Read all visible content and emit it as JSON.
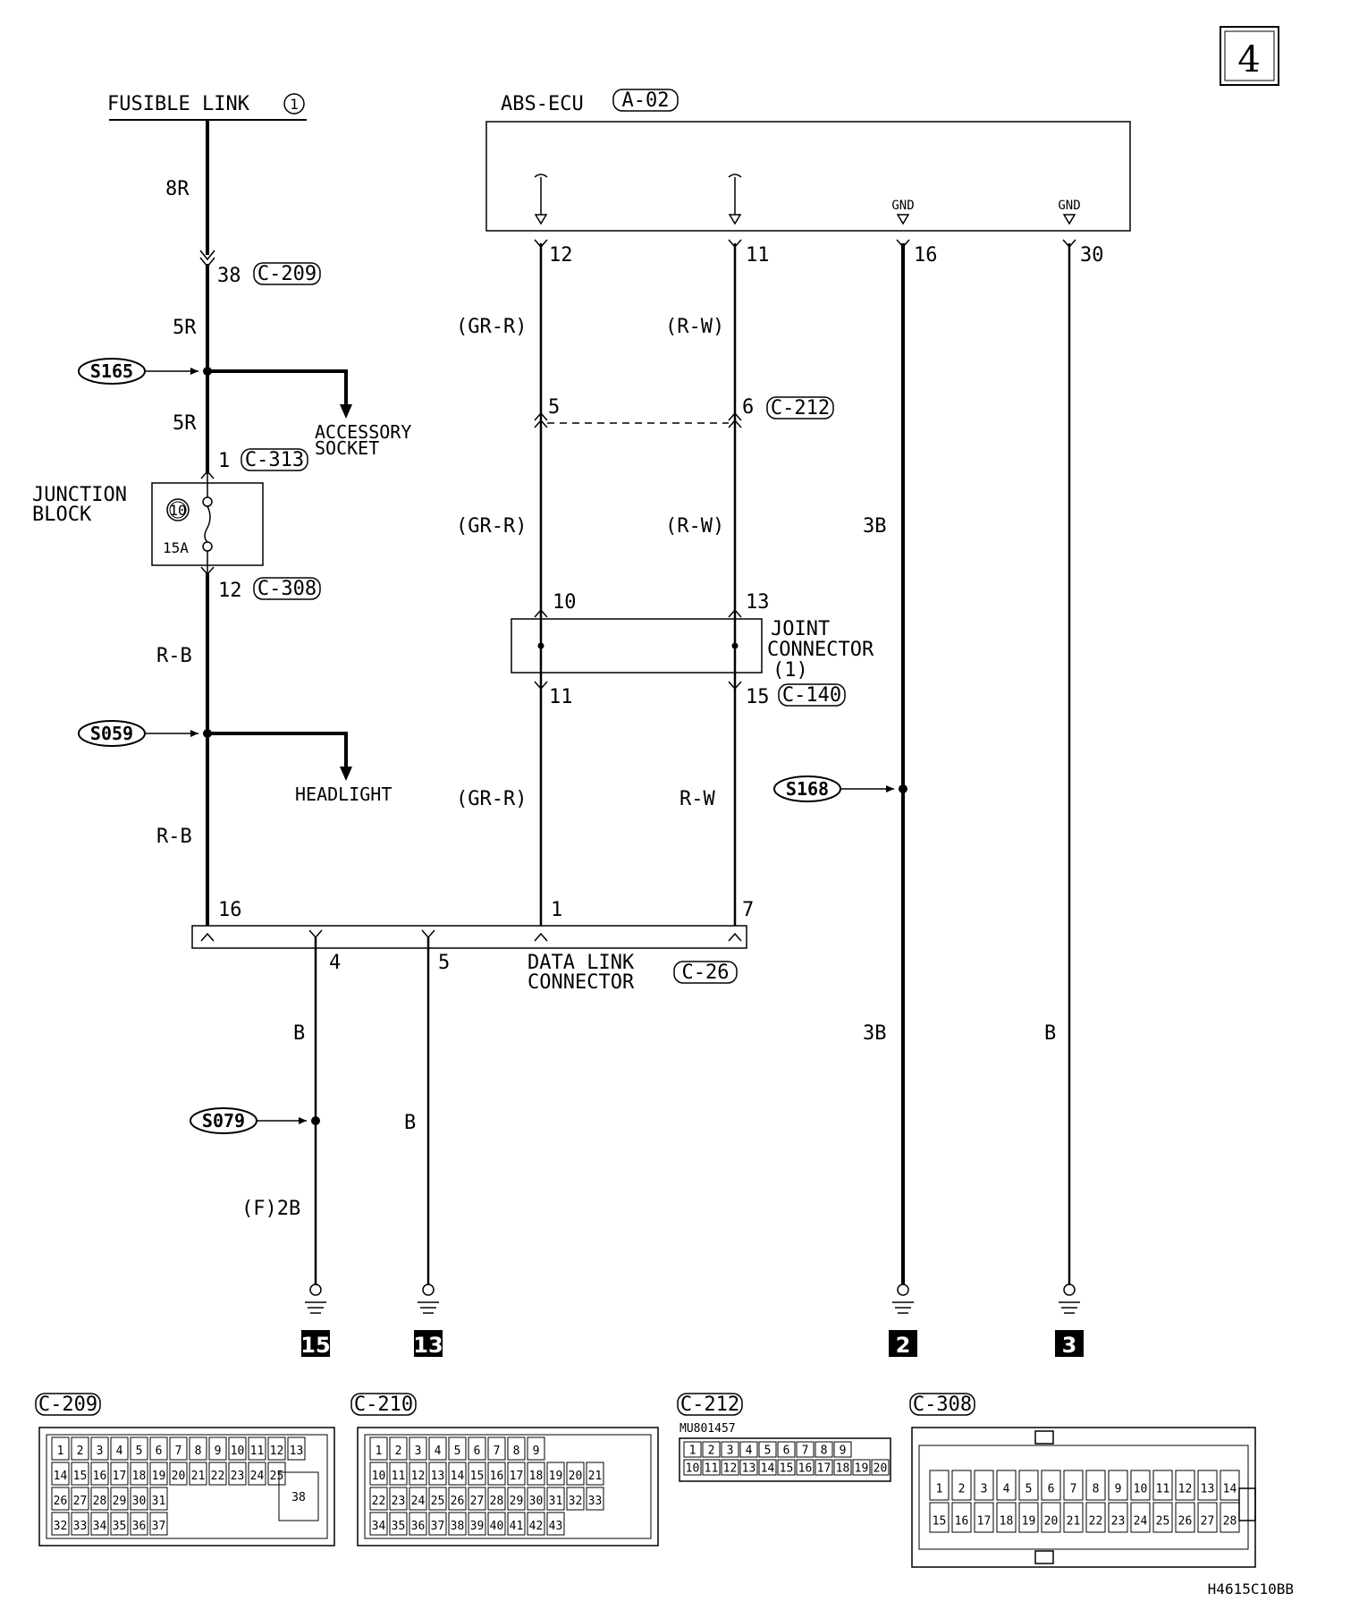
{
  "page_number": "4",
  "fusible_link": {
    "label": "FUSIBLE LINK",
    "number": "1"
  },
  "abs_ecu": {
    "label": "ABS-ECU",
    "connector": "A-02",
    "gnd": "GND"
  },
  "wires": {
    "w8R": "8R",
    "w5R": "5R",
    "wRB": "R-B",
    "wRW": "R-W",
    "wGRRp": "(GR-R)",
    "wRWp": "(R-W)",
    "w3B": "3B",
    "wB": "B",
    "wF2B": "(F)2B"
  },
  "connectors": {
    "c209": "C-209",
    "c313": "C-313",
    "c308": "C-308",
    "c212": "C-212",
    "c140": "C-140",
    "c26": "C-26",
    "c210": "C-210"
  },
  "pins": {
    "p38": "38",
    "p1": "1",
    "p12": "12",
    "p16": "16",
    "p11": "11",
    "p30": "30",
    "p5": "5",
    "p6": "6",
    "p10": "10",
    "p13": "13",
    "p15": "15",
    "p7": "7",
    "p4": "4"
  },
  "splices": {
    "s165": "S165",
    "s059": "S059",
    "s168": "S168",
    "s079": "S079"
  },
  "junction_block": {
    "line1": "JUNCTION",
    "line2": "BLOCK",
    "fuse_number": "10",
    "fuse_rating": "15A"
  },
  "destinations": {
    "acc1": "ACCESSORY",
    "acc2": "SOCKET",
    "headlight": "HEADLIGHT"
  },
  "joint_connector": {
    "line1": "JOINT",
    "line2": "CONNECTOR",
    "line3": "(1)"
  },
  "data_link": {
    "line1": "DATA LINK",
    "line2": "CONNECTOR"
  },
  "grounds": [
    "15",
    "13",
    "2",
    "3"
  ],
  "c212_part": "MU801457",
  "diagram_code": "H4615C10BB",
  "c209_rows": [
    [
      "1",
      "2",
      "3",
      "4",
      "5",
      "6",
      "7",
      "8",
      "9",
      "10",
      "11",
      "12",
      "13"
    ],
    [
      "14",
      "15",
      "16",
      "17",
      "18",
      "19",
      "20",
      "21",
      "22",
      "23",
      "24",
      "25"
    ],
    [
      "26",
      "27",
      "28",
      "29",
      "30",
      "31"
    ],
    [
      "32",
      "33",
      "34",
      "35",
      "36",
      "37"
    ]
  ],
  "c209_big": "38",
  "c210_rows": [
    [
      "1",
      "2",
      "3",
      "4",
      "5",
      "6",
      "7",
      "8",
      "9"
    ],
    [
      "10",
      "11",
      "12",
      "13",
      "14",
      "15",
      "16",
      "17",
      "18",
      "19",
      "20",
      "21"
    ],
    [
      "22",
      "23",
      "24",
      "25",
      "26",
      "27",
      "28",
      "29",
      "30",
      "31",
      "32",
      "33"
    ],
    [
      "34",
      "35",
      "36",
      "37",
      "38",
      "39",
      "40",
      "41",
      "42",
      "43"
    ]
  ],
  "c212_rows": [
    [
      "1",
      "2",
      "3",
      "4",
      "5",
      "6",
      "7",
      "8",
      "9"
    ],
    [
      "10",
      "11",
      "12",
      "13",
      "14",
      "15",
      "16",
      "17",
      "18",
      "19",
      "20"
    ]
  ],
  "c308_rows": [
    [
      "1",
      "2",
      "3",
      "4",
      "5",
      "6",
      "7",
      "8",
      "9",
      "10",
      "11",
      "12",
      "13",
      "14"
    ],
    [
      "15",
      "16",
      "17",
      "18",
      "19",
      "20",
      "21",
      "22",
      "23",
      "24",
      "25",
      "26",
      "27",
      "28"
    ]
  ]
}
